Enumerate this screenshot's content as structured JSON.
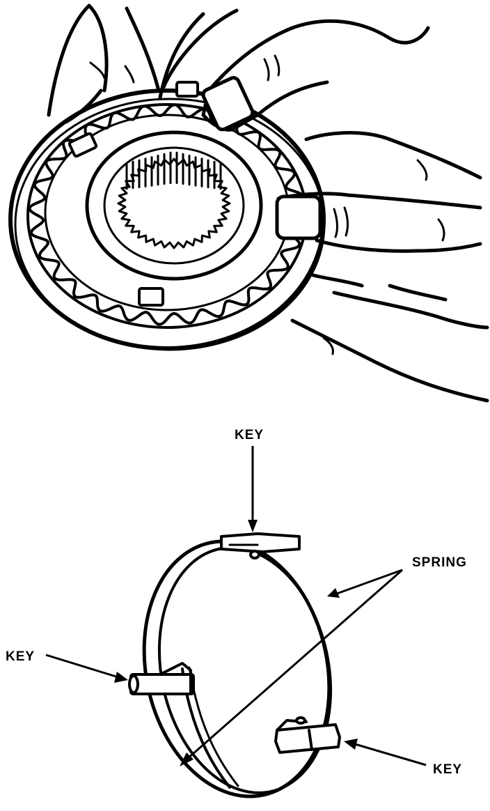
{
  "labels": {
    "key_top": "KEY",
    "spring": "SPRING",
    "key_left": "KEY",
    "key_right": "KEY"
  },
  "colors": {
    "ink": "#000000",
    "paper": "#ffffff"
  }
}
